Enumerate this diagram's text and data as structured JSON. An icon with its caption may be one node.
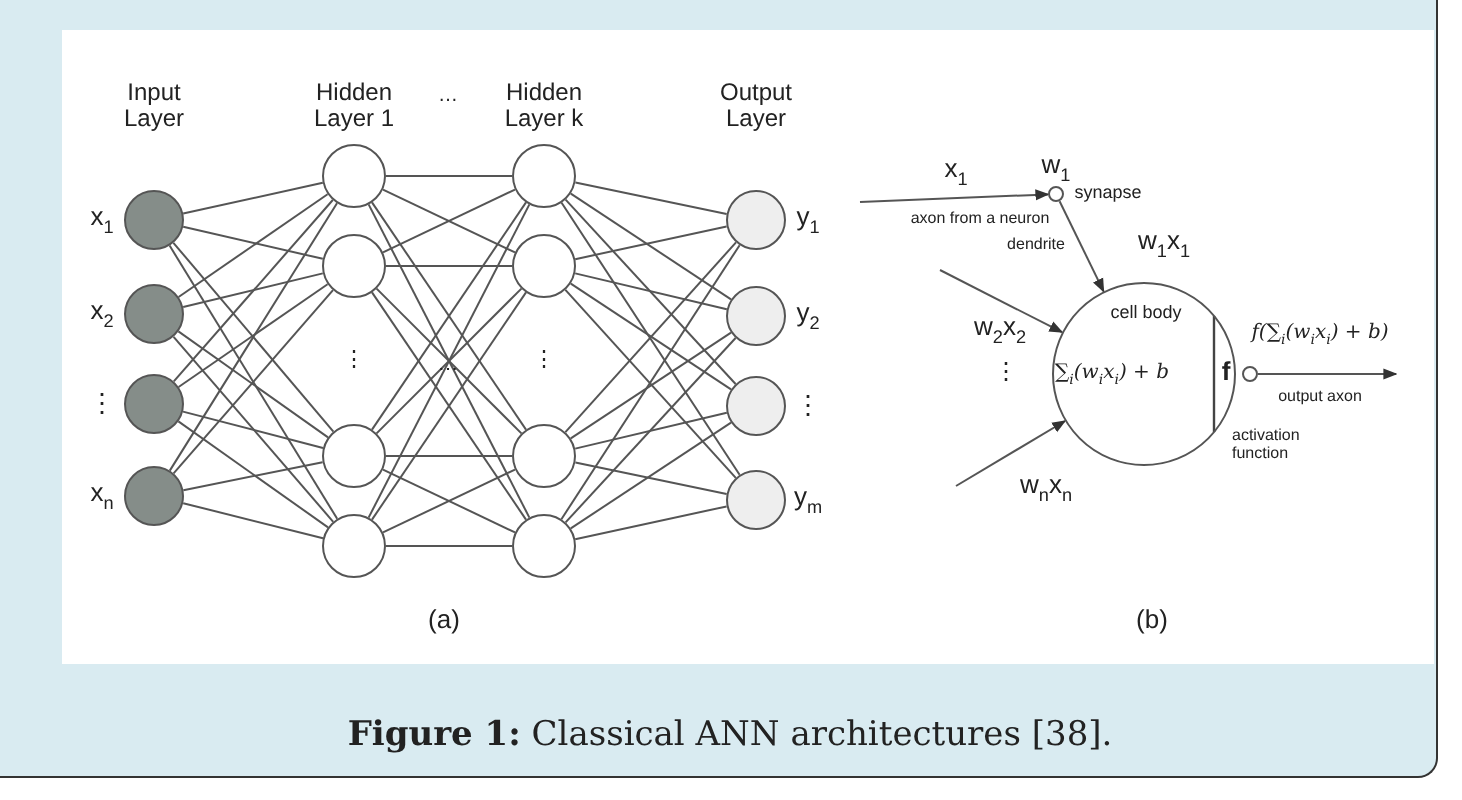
{
  "diagram": {
    "caption": "**Figure 1:** Classical ANN architectures [38].",
    "nodes": [
      {
        "text": [],
        "shape": "circle",
        "beside": [
          "x$_{1}$"
        ]
      },
      {
        "text": [],
        "shape": "circle",
        "beside": [
          "x$_{2}$"
        ]
      },
      {
        "text": [],
        "shape": "circle",
        "beside": [
          "⋮"
        ]
      },
      {
        "text": [],
        "shape": "circle",
        "beside": [
          "x$_{n}$"
        ]
      },
      {
        "text": [],
        "shape": "circle"
      },
      {
        "text": [],
        "shape": "circle"
      },
      {
        "text": [],
        "shape": "circle"
      },
      {
        "text": [],
        "shape": "circle"
      },
      {
        "text": [],
        "shape": "circle"
      },
      {
        "text": [],
        "shape": "circle"
      },
      {
        "text": [],
        "shape": "circle"
      },
      {
        "text": [],
        "shape": "circle"
      },
      {
        "text": [],
        "shape": "circle",
        "beside": [
          "y$_{1}$"
        ]
      },
      {
        "text": [],
        "shape": "circle",
        "beside": [
          "y$_{2}$"
        ]
      },
      {
        "text": [],
        "shape": "circle",
        "beside": [
          "⋮"
        ]
      },
      {
        "text": [],
        "shape": "circle",
        "beside": [
          "y$_{m}$"
        ]
      },
      {
        "text": [],
        "shape": "circle",
        "beside": [
          "w$_{1}$",
          "synapse"
        ]
      },
      {
        "text": [
          "cell body",
          "∑$_{i}$(w$_{i}$x$_{i}$) + b",
          "f"
        ]
      },
      {
        "text": [],
        "shape": "circle"
      }
    ],
    "edges": [
      {
        "from": 0,
        "to": 4,
        "arrow": "none"
      },
      {
        "from": 0,
        "to": 5,
        "arrow": "none"
      },
      {
        "from": 0,
        "to": 6,
        "arrow": "none"
      },
      {
        "from": 0,
        "to": 7,
        "arrow": "none"
      },
      {
        "from": 1,
        "to": 4,
        "arrow": "none"
      },
      {
        "from": 1,
        "to": 5,
        "arrow": "none"
      },
      {
        "from": 1,
        "to": 6,
        "arrow": "none"
      },
      {
        "from": 1,
        "to": 7,
        "arrow": "none"
      },
      {
        "from": 2,
        "to": 4,
        "arrow": "none"
      },
      {
        "from": 2,
        "to": 5,
        "arrow": "none"
      },
      {
        "from": 2,
        "to": 6,
        "arrow": "none"
      },
      {
        "from": 2,
        "to": 7,
        "arrow": "none"
      },
      {
        "from": 3,
        "to": 4,
        "arrow": "none"
      },
      {
        "from": 3,
        "to": 5,
        "arrow": "none"
      },
      {
        "from": 3,
        "to": 6,
        "arrow": "none"
      },
      {
        "from": 3,
        "to": 7,
        "arrow": "none"
      },
      {
        "from": 4,
        "to": 8,
        "arrow": "none"
      },
      {
        "from": 4,
        "to": 9,
        "arrow": "none"
      },
      {
        "from": 4,
        "to": 10,
        "arrow": "none"
      },
      {
        "from": 4,
        "to": 11,
        "arrow": "none"
      },
      {
        "from": 5,
        "to": 8,
        "arrow": "none"
      },
      {
        "from": 5,
        "to": 9,
        "arrow": "none"
      },
      {
        "from": 5,
        "to": 10,
        "arrow": "none"
      },
      {
        "from": 5,
        "to": 11,
        "arrow": "none"
      },
      {
        "from": 6,
        "to": 8,
        "arrow": "none"
      },
      {
        "from": 6,
        "to": 9,
        "arrow": "none"
      },
      {
        "from": 6,
        "to": 10,
        "arrow": "none"
      },
      {
        "from": 6,
        "to": 11,
        "arrow": "none"
      },
      {
        "from": 7,
        "to": 8,
        "arrow": "none"
      },
      {
        "from": 7,
        "to": 9,
        "arrow": "none"
      },
      {
        "from": 7,
        "to": 10,
        "arrow": "none"
      },
      {
        "from": 7,
        "to": 11,
        "arrow": "none"
      },
      {
        "from": 8,
        "to": 12,
        "arrow": "none"
      },
      {
        "from": 8,
        "to": 13,
        "arrow": "none"
      },
      {
        "from": 8,
        "to": 14,
        "arrow": "none"
      },
      {
        "from": 8,
        "to": 15,
        "arrow": "none"
      },
      {
        "from": 9,
        "to": 12,
        "arrow": "none"
      },
      {
        "from": 9,
        "to": 13,
        "arrow": "none"
      },
      {
        "from": 9,
        "to": 14,
        "arrow": "none"
      },
      {
        "from": 9,
        "to": 15,
        "arrow": "none"
      },
      {
        "from": 10,
        "to": 12,
        "arrow": "none"
      },
      {
        "from": 10,
        "to": 13,
        "arrow": "none"
      },
      {
        "from": 10,
        "to": 14,
        "arrow": "none"
      },
      {
        "from": 10,
        "to": 15,
        "arrow": "none"
      },
      {
        "from": 11,
        "to": 12,
        "arrow": "none"
      },
      {
        "from": 11,
        "to": 13,
        "arrow": "none"
      },
      {
        "from": 11,
        "to": 14,
        "arrow": "none"
      },
      {
        "from": 11,
        "to": 15,
        "arrow": "none"
      },
      {
        "from": null,
        "to": 16,
        "arrow": "to",
        "label": "x$_{1}$"
      },
      {
        "from": 16,
        "to": 17,
        "arrow": "to",
        "label": "w$_{1}$x$_{1}$"
      },
      {
        "from": null,
        "to": 17,
        "arrow": "to",
        "label": "w$_{2}$x$_{2}$"
      },
      {
        "from": null,
        "to": 17,
        "arrow": "to",
        "label": "w$_{n}$x$_{n}$"
      },
      {
        "from": 18,
        "to": null,
        "arrow": "to",
        "label": "f(∑$_{i}$(w$_{i}$x$_{i}$) + b)"
      }
    ],
    "labels": [
      "Input Layer",
      "Hidden Layer 1",
      "…",
      "Hidden Layer k",
      "Output Layer",
      "⋮",
      "⋮",
      "⋯",
      "(a)",
      "axon from a neuron",
      "dendrite",
      "⋮",
      "output axon",
      "activation function",
      "(b)"
    ]
  }
}
